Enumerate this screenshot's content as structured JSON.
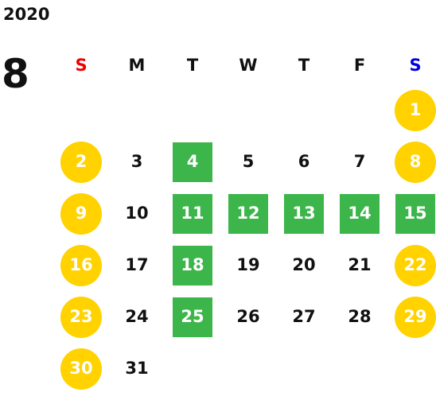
{
  "calendar": {
    "year": "2020",
    "month": "8",
    "weekday_headers": [
      "S",
      "M",
      "T",
      "W",
      "T",
      "F",
      "S"
    ],
    "colors": {
      "sunday_header": "#ee0000",
      "saturday_header": "#0000dd",
      "holiday_circle": "#ffd200",
      "highlight_square": "#3cb54a",
      "day_text": "#111111"
    },
    "weeks": [
      [
        {
          "day": "",
          "style": "empty"
        },
        {
          "day": "",
          "style": "empty"
        },
        {
          "day": "",
          "style": "empty"
        },
        {
          "day": "",
          "style": "empty"
        },
        {
          "day": "",
          "style": "empty"
        },
        {
          "day": "",
          "style": "empty"
        },
        {
          "day": "1",
          "style": "yellow-circle"
        }
      ],
      [
        {
          "day": "2",
          "style": "yellow-circle"
        },
        {
          "day": "3",
          "style": "plain"
        },
        {
          "day": "4",
          "style": "green-square"
        },
        {
          "day": "5",
          "style": "plain"
        },
        {
          "day": "6",
          "style": "plain"
        },
        {
          "day": "7",
          "style": "plain"
        },
        {
          "day": "8",
          "style": "yellow-circle"
        }
      ],
      [
        {
          "day": "9",
          "style": "yellow-circle"
        },
        {
          "day": "10",
          "style": "plain"
        },
        {
          "day": "11",
          "style": "green-square"
        },
        {
          "day": "12",
          "style": "green-square"
        },
        {
          "day": "13",
          "style": "green-square"
        },
        {
          "day": "14",
          "style": "green-square"
        },
        {
          "day": "15",
          "style": "green-square"
        }
      ],
      [
        {
          "day": "16",
          "style": "yellow-circle"
        },
        {
          "day": "17",
          "style": "plain"
        },
        {
          "day": "18",
          "style": "green-square"
        },
        {
          "day": "19",
          "style": "plain"
        },
        {
          "day": "20",
          "style": "plain"
        },
        {
          "day": "21",
          "style": "plain"
        },
        {
          "day": "22",
          "style": "yellow-circle"
        }
      ],
      [
        {
          "day": "23",
          "style": "yellow-circle"
        },
        {
          "day": "24",
          "style": "plain"
        },
        {
          "day": "25",
          "style": "green-square"
        },
        {
          "day": "26",
          "style": "plain"
        },
        {
          "day": "27",
          "style": "plain"
        },
        {
          "day": "28",
          "style": "plain"
        },
        {
          "day": "29",
          "style": "yellow-circle"
        }
      ],
      [
        {
          "day": "30",
          "style": "yellow-circle"
        },
        {
          "day": "31",
          "style": "plain"
        },
        {
          "day": "",
          "style": "empty"
        },
        {
          "day": "",
          "style": "empty"
        },
        {
          "day": "",
          "style": "empty"
        },
        {
          "day": "",
          "style": "empty"
        },
        {
          "day": "",
          "style": "empty"
        }
      ]
    ]
  }
}
